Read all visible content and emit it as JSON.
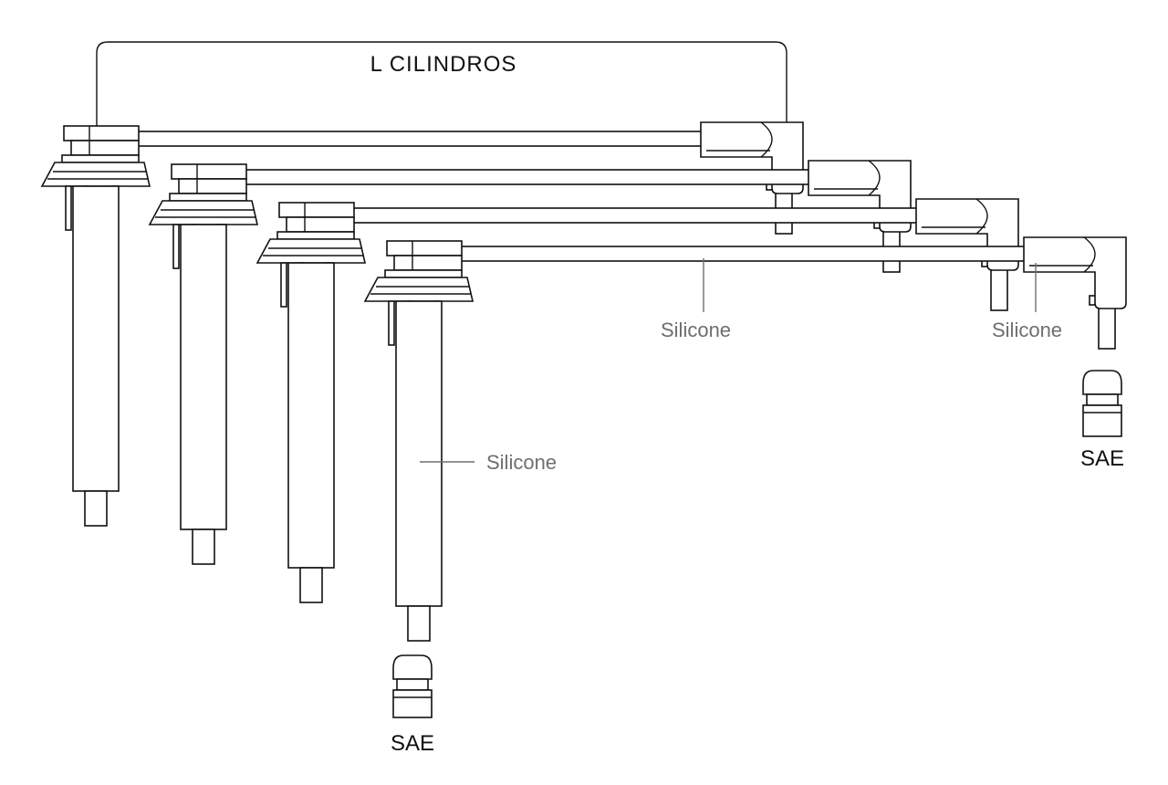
{
  "diagram": {
    "title": "L  CILINDROS",
    "labels": {
      "silicone_cables": "Silicone",
      "silicone_boot": "Silicone",
      "silicone_boot_left": "Silicone",
      "sae_left": "SAE",
      "sae_right": "SAE"
    },
    "wire_count": 4,
    "colors": {
      "line": "#111111",
      "leader": "#6e6e6e",
      "background": "#ffffff"
    }
  }
}
